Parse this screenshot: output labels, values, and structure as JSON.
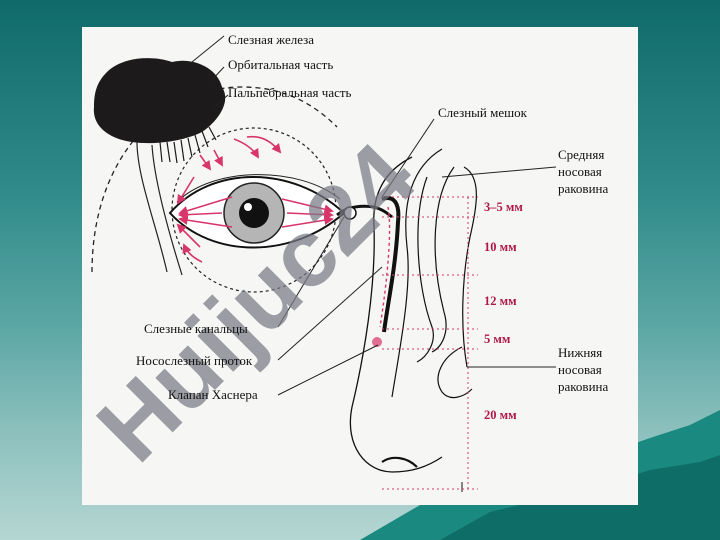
{
  "diagram": {
    "labels": {
      "lacrimal_gland": "Слезная железа",
      "orbital_part": "Орбитальная часть",
      "palpebral_part": "Пальпебральная часть",
      "lacrimal_sac": "Слезный мешок",
      "middle_concha": [
        "Средняя",
        "носовая",
        "раковина"
      ],
      "canaliculi": "Слезные канальцы",
      "nasolacrimal_duct": "Носослезный проток",
      "hasner_valve": "Клапан Хаснера",
      "inferior_concha": [
        "Нижняя",
        "носовая",
        "раковина"
      ]
    },
    "measurements": [
      "3–5 мм",
      "10 мм",
      "12 мм",
      "5 мм",
      "20 мм"
    ],
    "watermark": "Huijuc24",
    "colors": {
      "arrow": "#d8356a",
      "gland": "#1c1a1a",
      "watermark": "#7a7a86",
      "background_top": "#0f6a6a"
    }
  }
}
